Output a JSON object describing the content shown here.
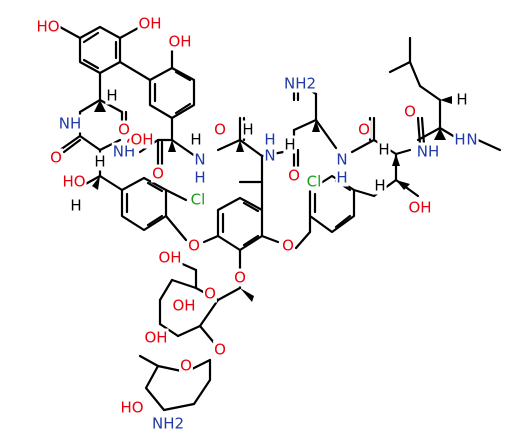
{
  "colors": {
    "bond": "#000000",
    "oxygen": "#e8000b",
    "nitrogen": "#1f3aa8",
    "chlorine": "#1a9e1a",
    "carbon": "#000000"
  },
  "atom_labels": {
    "oh_top_left": "HO",
    "oh_top_mid": "OH",
    "oh_top_right": "OH",
    "nh2_amide": "NH2",
    "h_amide_alpha": "H",
    "h_leucine": "H",
    "nh_leucine_amide": "NH",
    "o_leucine_amide": "O",
    "n_methyl": "N",
    "h_n_methyl": "H",
    "o_amide_1": "O",
    "o_amide_2": "O",
    "o_amide_3": "O",
    "o_amide_4": "O",
    "o_amide_5": "O",
    "o_amide_6": "O",
    "nh_1": "NH",
    "nh_2": "NH",
    "nh_3": "N",
    "nh_4": "N",
    "nh_5": "N",
    "h_nh_3": "H",
    "h_nh_4": "H",
    "h_nh_5": "H",
    "h_alpha_1": "H",
    "h_alpha_2": "H",
    "h_alpha_3": "H",
    "h_alpha_4": "H",
    "h_alpha_5": "H",
    "ho_beta": "HO",
    "h_beta": "H",
    "oh_beta_right": "OH",
    "h_beta_right": "H",
    "cl_left": "Cl",
    "cl_right": "Cl",
    "o_ether_left": "O",
    "o_ether_right": "O",
    "o_glycoside": "O",
    "oh_acid": "OH",
    "o_acid": "O",
    "oh_sugar_ch2": "OH",
    "o_sugar_ring": "O",
    "oh_sugar_3": "OH",
    "oh_sugar_4": "OH",
    "o_sugar_link": "O",
    "o_vanco_ring": "O",
    "oh_vanco": "HO",
    "nh2_vanco": "NH2"
  }
}
